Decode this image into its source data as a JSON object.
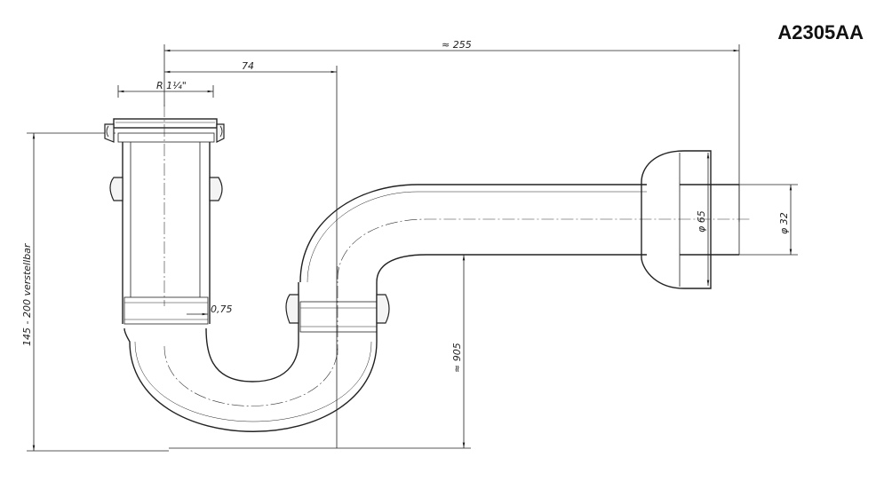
{
  "part_code": "A2305AA",
  "dimensions": {
    "overall_length": "≈ 255",
    "inlet_to_trap_axis": "74",
    "inlet_thread": "R 1¼\"",
    "tube_wall": "0,75",
    "adjustable_height": "145 - 200 verstellbar",
    "wall_outlet_height": "≈ 905",
    "rosette_diameter": "φ 65",
    "pipe_diameter": "φ 32"
  }
}
